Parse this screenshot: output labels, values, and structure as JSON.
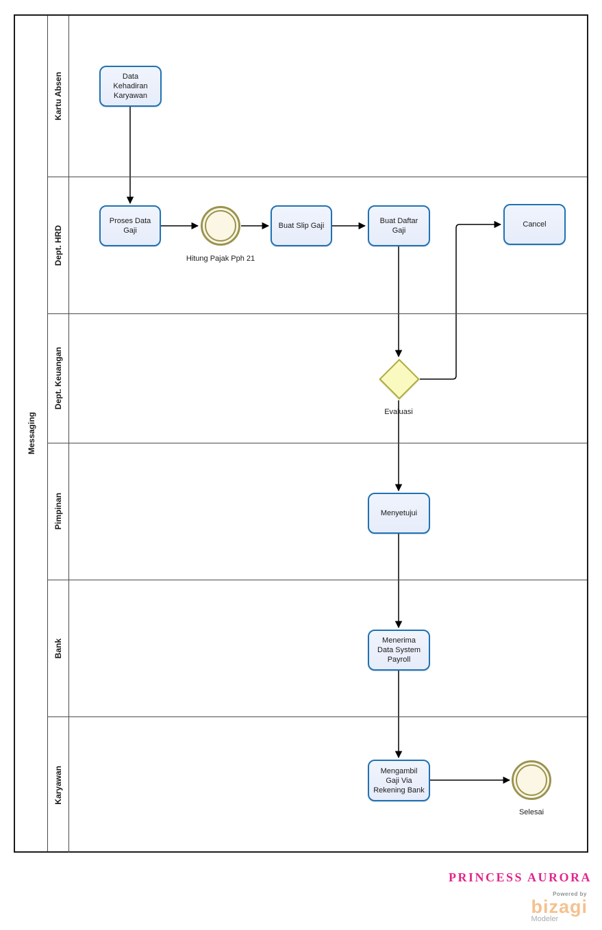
{
  "pool": {
    "label": "Messaging"
  },
  "lanes": [
    {
      "label": "Kartu Absen"
    },
    {
      "label": "Dept. HRD"
    },
    {
      "label": "Dept. Keuangan"
    },
    {
      "label": "Pimpinan"
    },
    {
      "label": "Bank"
    },
    {
      "label": "Karyawan"
    }
  ],
  "tasks": {
    "data_kehadiran": {
      "label": "Data Kehadiran Karyawan"
    },
    "proses_data_gaji": {
      "label": "Proses Data Gaji"
    },
    "buat_slip_gaji": {
      "label": "Buat Slip Gaji"
    },
    "buat_daftar_gaji": {
      "label": "Buat Daftar Gaji"
    },
    "cancel": {
      "label": "Cancel"
    },
    "menyetujui": {
      "label": "Menyetujui"
    },
    "menerima_data": {
      "label": "Menerima Data System Payroll"
    },
    "mengambil_gaji": {
      "label": "Mengambil Gaji Via Rekening Bank"
    }
  },
  "events": {
    "hitung_pajak": {
      "label": "Hitung Pajak Pph 21",
      "type": "intermediate-event"
    },
    "selesai": {
      "label": "Selesai",
      "type": "end-event"
    }
  },
  "gateways": {
    "evaluasi": {
      "label": "Evaluasi",
      "type": "exclusive-gateway"
    }
  },
  "branding": {
    "watermark": "PRINCESS AURORA",
    "powered_by": "Powered by",
    "logo_text": "bizagi",
    "logo_subtext": "Modeler"
  },
  "colors": {
    "task_border": "#1F72B2",
    "task_fill": "#E9EEFA",
    "event_border": "#9A9350",
    "event_fill": "#FBF7E4",
    "gateway_border": "#AFAD3C",
    "gateway_fill": "#FAFAC0",
    "lane_line": "#4A4A4A",
    "connector": "#000000",
    "watermark_pink": "#E3258C",
    "bizagi_orange": "#F5C18F",
    "logo_gray": "#8D9192"
  }
}
